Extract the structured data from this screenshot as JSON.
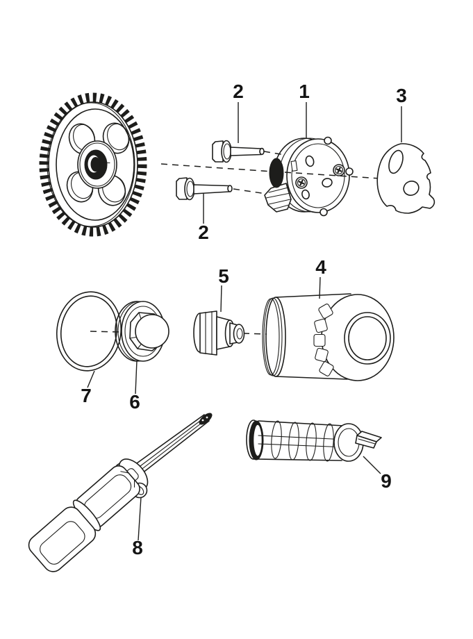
{
  "diagram": {
    "background_color": "#ffffff",
    "line_color": "#1d1d1b",
    "callouts": [
      {
        "label": "1",
        "part": "pump"
      },
      {
        "label": "2",
        "part": "bolt-upper"
      },
      {
        "label": "2",
        "part": "bolt-lower"
      },
      {
        "label": "3",
        "part": "plate"
      },
      {
        "label": "4",
        "part": "filter"
      },
      {
        "label": "5",
        "part": "fitting"
      },
      {
        "label": "6",
        "part": "plug"
      },
      {
        "label": "7",
        "part": "o-ring"
      },
      {
        "label": "8",
        "part": "tool-handle"
      },
      {
        "label": "9",
        "part": "strainer"
      }
    ]
  }
}
